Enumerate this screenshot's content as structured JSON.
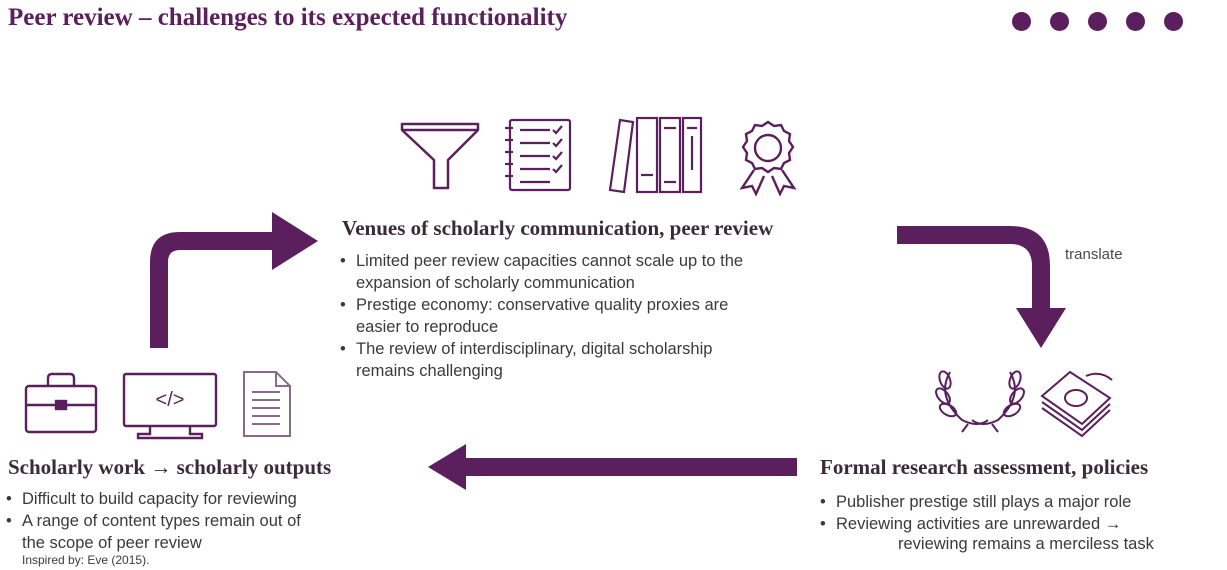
{
  "title": "Peer review – challenges to its expected functionality",
  "colors": {
    "accent": "#5a1f5c",
    "icon_stroke": "#5a1f5c",
    "text": "#3a3a3a"
  },
  "top_icons": [
    "funnel-icon",
    "checklist-icon",
    "books-icon",
    "award-ribbon-icon"
  ],
  "left_icons": [
    "briefcase-icon",
    "code-monitor-icon",
    "document-icon"
  ],
  "right_icons": [
    "laurel-wreath-icon",
    "money-stack-icon"
  ],
  "venues": {
    "heading": "Venues of scholarly communication, peer review",
    "bullets": [
      "Limited peer review capacities cannot scale up to the expansion of scholarly communication",
      "Prestige economy: conservative quality proxies are easier to reproduce",
      "The review of interdisciplinary, digital scholarship remains challenging"
    ]
  },
  "scholarly": {
    "heading": "Scholarly work → scholarly outputs",
    "bullets": [
      "Difficult to build capacity for reviewing",
      "A range of content types remain out of the scope of peer review"
    ]
  },
  "assessment": {
    "heading": "Formal research assessment, policies",
    "bullet_1": "Publisher prestige still plays a major role",
    "bullet_2_line_1": "Reviewing activities are unrewarded →",
    "bullet_2_line_2": "reviewing remains a merciless task"
  },
  "arrow_label": "translate",
  "credit": "Inspired by: Eve (2015)."
}
